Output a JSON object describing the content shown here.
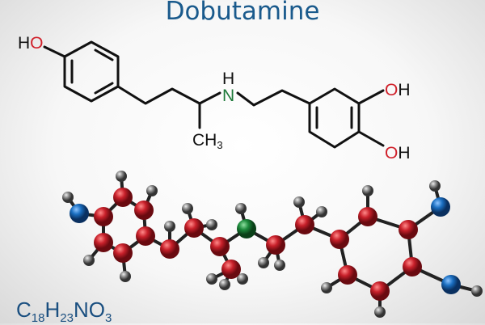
{
  "title": "Dobutamine",
  "structure": {
    "ho_left": {
      "h": "H",
      "o": "O"
    },
    "nh": {
      "n": "N",
      "h": "H"
    },
    "ch3": {
      "c": "CH",
      "sub": "3"
    },
    "oh_top": {
      "o": "O",
      "h": "H"
    },
    "oh_bottom": {
      "o": "O",
      "h": "H"
    }
  },
  "formula": {
    "c": "C",
    "c_n": "18",
    "h": "H",
    "h_n": "23",
    "rest": "NO",
    "o_n": "3"
  },
  "colors": {
    "title": "#1a5a8c",
    "oxygen": "#d0202a",
    "nitrogen": "#1e7a3a",
    "carbon_ball": "#c8202a",
    "nitrogen_ball": "#1d8a3c",
    "oxygen_ball": "#1a6ec0",
    "hydrogen_ball": "#8a8a8a"
  }
}
